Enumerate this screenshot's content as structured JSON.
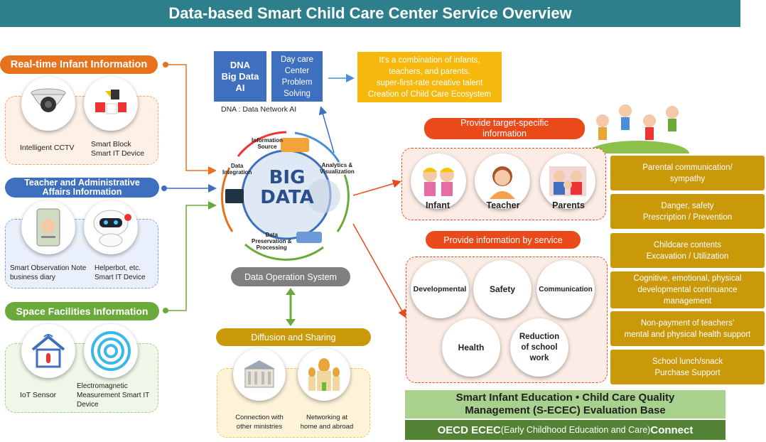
{
  "title": "Data-based Smart Child Care Center Service Overview",
  "left": {
    "realtime": {
      "label": "Real-time Infant Information",
      "items": [
        "Intelligent CCTV",
        "Smart Block\nSmart IT Device"
      ]
    },
    "teacher": {
      "label": "Teacher and Administrative\nAffairs Information",
      "items": [
        "Smart Observation Note\nbusiness diary",
        "Helperbot, etc.\nSmart IT Device"
      ]
    },
    "space": {
      "label": "Space Facilities Information",
      "items": [
        "IoT Sensor",
        "Electromagnetic\nMeasurement Smart IT\nDevice"
      ]
    }
  },
  "top": {
    "dna": "DNA\nBig Data\nAI",
    "problem": "Day care\nCenter\nProblem\nSolving",
    "dna_note": "DNA : Data Network AI",
    "yellow": "It's a combination of infants,\nteachers, and parents.\nsuper-first-rate creative talent\nCreation of Child Care Ecosystem"
  },
  "hub": {
    "center": "BIG DATA",
    "segments": [
      "Information\nSource",
      "Analytics &\nVisualization",
      "Data\nPreservation &\nProcessing",
      "Data\nIntegration"
    ],
    "operation": "Data Operation System"
  },
  "diffusion": {
    "label": "Diffusion and Sharing",
    "items": [
      "Connection with\nother ministries",
      "Networking at\nhome and abroad"
    ]
  },
  "target": {
    "label": "Provide target-specific\ninformation",
    "items": [
      "Infant",
      "Teacher",
      "Parents"
    ]
  },
  "service": {
    "label": "Provide information by service",
    "items": [
      "Developmental",
      "Safety",
      "Communication",
      "Health",
      "Reduction\nof school\nwork"
    ]
  },
  "benefits": [
    "Parental communication/\nsympathy",
    "Danger, safety\nPrescription / Prevention",
    "Childcare contents\nExcavation / Utilization",
    "Cognitive, emotional, physical\ndevelopmental continuance\nmanagement",
    "Non-payment of teachers'\nmental and physical health support",
    "School lunch/snack\nPurchase Support"
  ],
  "bottom": {
    "smart": "Smart Infant Education • Child Care Quality\nManagement (S-ECEC) Evaluation Base",
    "oecd_prefix": "OECD ECEC",
    "oecd_mid": "(Early Childhood Education and Care)",
    "oecd_suffix": " Connect"
  },
  "colors": {
    "teal": "#2e7f8c",
    "orange": "#e8711c",
    "blue": "#3f6fbf",
    "green": "#6aaa3a",
    "red": "#ea4a1a",
    "gold": "#c9990a",
    "yellow": "#f6b80d",
    "lightgreen": "#a9d18e",
    "darkgreen": "#548235"
  }
}
